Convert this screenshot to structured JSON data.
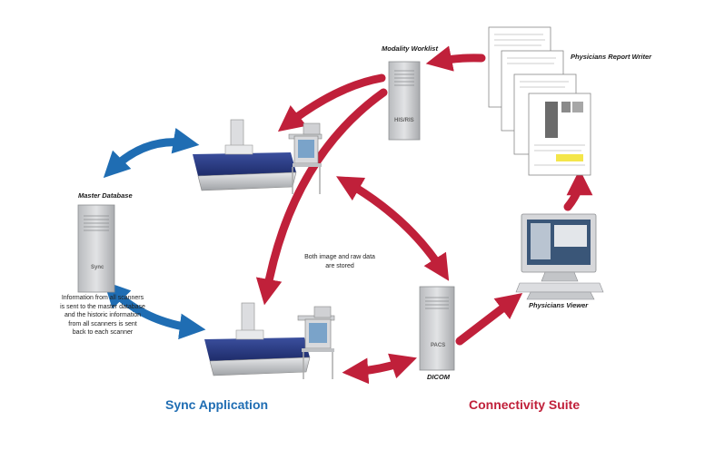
{
  "labels": {
    "modality_worklist": "Modality Worklist",
    "physicians_report_writer": "Physicians Report Writer",
    "master_database": "Master Database",
    "his_ris": "HIS/RIS",
    "sync": "Sync",
    "pacs": "PACS",
    "dicom": "DICOM",
    "physicians_viewer": "Physicians Viewer",
    "storage_note_line1": "Both image and raw data",
    "storage_note_line2": "are stored",
    "sync_note_line1": "Information from all scanners",
    "sync_note_line2": "is sent to the master database",
    "sync_note_line3": "and the historic information",
    "sync_note_line4": "from all scanners is sent",
    "sync_note_line5": "back to each scanner",
    "sync_application": "Sync Application",
    "connectivity_suite": "Connectivity Suite"
  },
  "colors": {
    "sync_blue": "#1f6db3",
    "connectivity_red": "#c0203a",
    "tower_gray": "#c9cbcd",
    "scanner_blue": "#2d3f8a"
  },
  "icons": [
    "his-ris-server",
    "sync-server",
    "pacs-server",
    "dexa-scanner",
    "physician-workstation",
    "report-documents"
  ]
}
